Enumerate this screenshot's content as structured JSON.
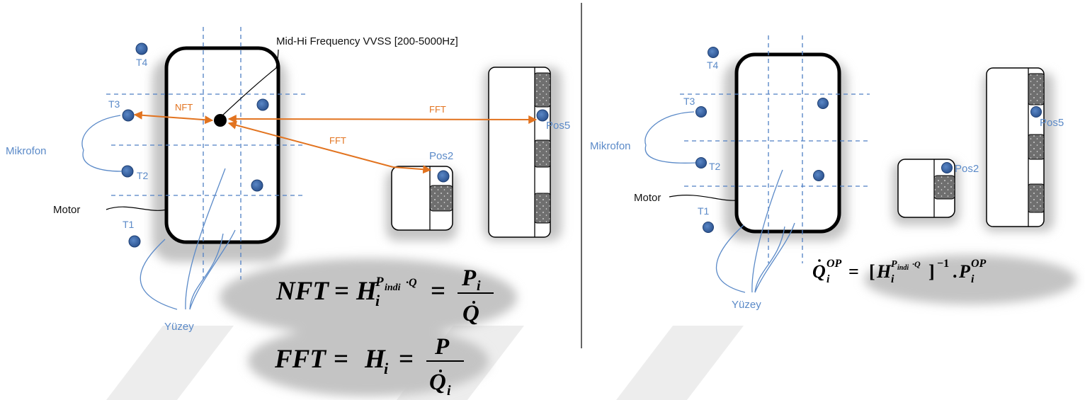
{
  "colors": {
    "label_blue": "#5b8ac8",
    "sensor_fill": "#3a66a6",
    "sensor_edge": "#1e3f73",
    "arrow": "#e2731f",
    "dashed_grid": "#4f7fc4",
    "outline": "#000000",
    "panel_fill": "#6f6f6f",
    "shadow": "#bdbdbd"
  },
  "left": {
    "source_label": "Mid-Hi Frequency VVSS [200-5000Hz]",
    "t4": "T4",
    "t3": "T3",
    "t2": "T2",
    "t1": "T1",
    "mikrofon": "Mikrofon",
    "motor": "Motor",
    "yuzey": "Yüzey",
    "nft_arrow": "NFT",
    "fft_arrow_1": "FFT",
    "fft_arrow_2": "FFT",
    "pos2": "Pos2",
    "pos5": "Pos5",
    "eq_nft": {
      "lhs": "NFT",
      "eq1": "=",
      "h": "H",
      "h_sub": "i",
      "h_sup": "P",
      "h_sup_sub": "indi",
      "h_sup_tail": "·Q",
      "eq2": "=",
      "num": "P",
      "num_sub": "i",
      "den": "Q"
    },
    "eq_fft": {
      "lhs": "FFT",
      "eq1": "=",
      "h": "H",
      "h_sub": "i",
      "eq2": "=",
      "num": "P",
      "den": "Q",
      "den_sub": "i"
    }
  },
  "right": {
    "t4": "T4",
    "t3": "T3",
    "t2": "T2",
    "t1": "T1",
    "mikrofon": "Mikrofon",
    "motor": "Motor",
    "yuzey": "Yüzey",
    "pos2": "Pos2",
    "pos5": "Pos5",
    "eq_op": {
      "lhs": "Q",
      "lhs_sub": "i",
      "lhs_sup": "OP",
      "eq": "=",
      "open": "[",
      "h": "H",
      "h_sub": "i",
      "h_sup": "P",
      "h_sup_sub": "indi",
      "h_sup_tail": "·Q",
      "close": "]",
      "inv": "−1",
      "dot": ".",
      "p": "P",
      "p_sub": "i",
      "p_sup": "OP"
    }
  }
}
